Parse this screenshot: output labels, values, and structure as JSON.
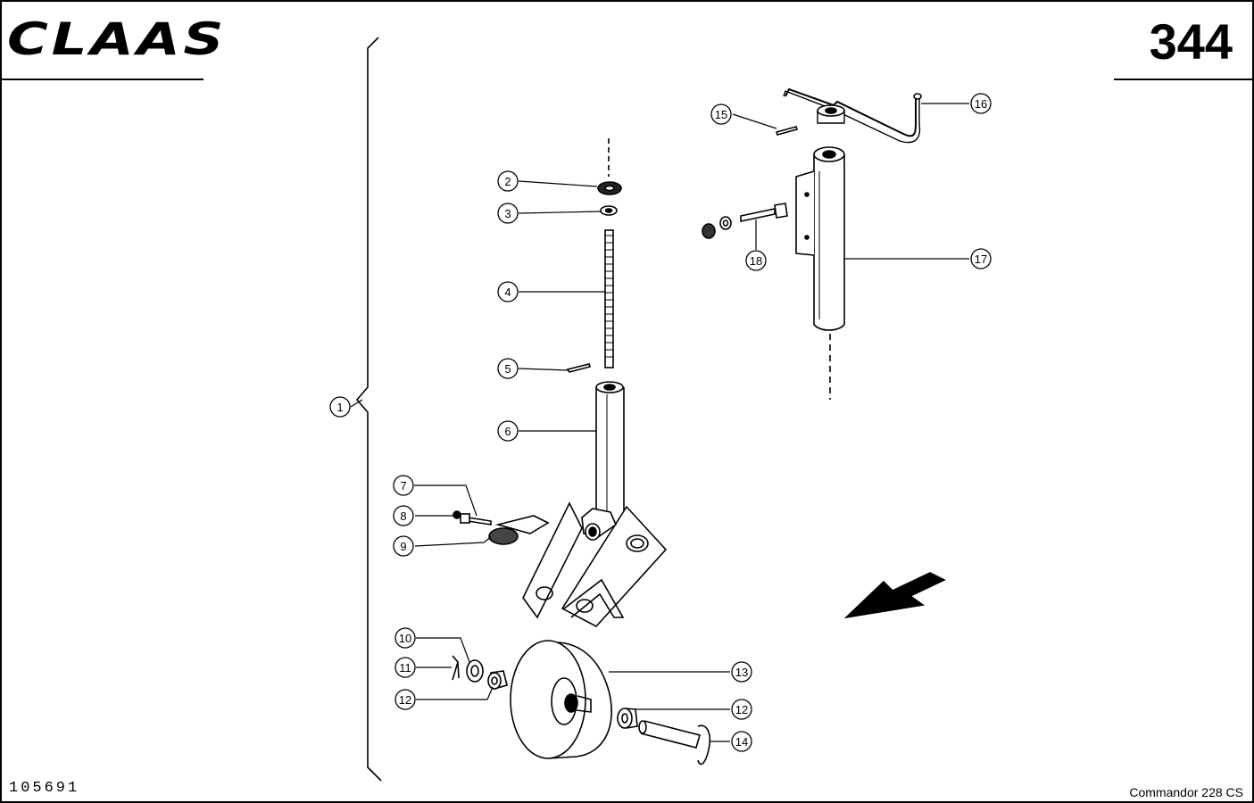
{
  "header": {
    "brand": "CLAAS",
    "page_number": "344"
  },
  "footer": {
    "diagram_ref": "105691",
    "model": "Commandor 228 CS"
  },
  "callouts": [
    "1",
    "2",
    "3",
    "4",
    "5",
    "6",
    "7",
    "8",
    "9",
    "10",
    "11",
    "12",
    "12",
    "13",
    "14",
    "15",
    "16",
    "17",
    "18"
  ]
}
